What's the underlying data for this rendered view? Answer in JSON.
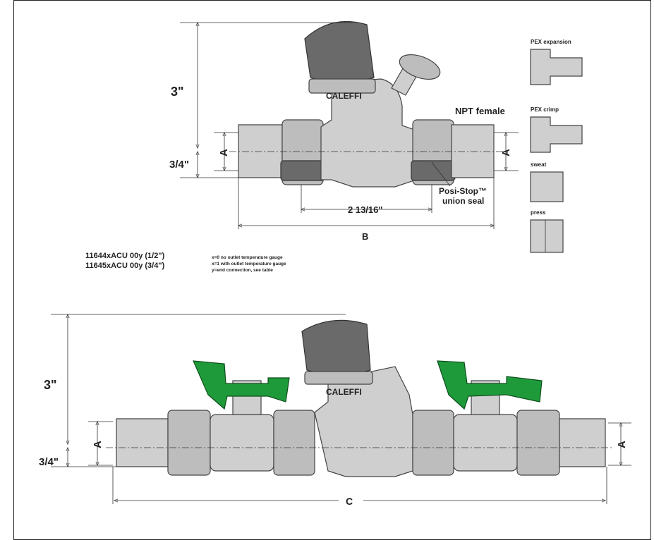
{
  "dimensions": {
    "top_height": "3\"",
    "top_offset": "3/4\"",
    "top_A_left": "A",
    "top_A_right": "A",
    "union_spacing": "2 13/16\"",
    "top_length": "B",
    "bottom_height": "3\"",
    "bottom_offset": "3/4\"",
    "bottom_A_left": "A",
    "bottom_A_right": "A",
    "bottom_length": "C"
  },
  "labels": {
    "npt": "NPT female",
    "posistop_line1": "Posi-Stop™",
    "posistop_line2": "union seal",
    "brand": "CALEFFI"
  },
  "connections": [
    {
      "label": "PEX expansion"
    },
    {
      "label": "PEX crimp"
    },
    {
      "label": "sweat"
    },
    {
      "label": "press"
    }
  ],
  "models": [
    "11644xACU 00y (1/2\")",
    "11645xACU 00y (3/4\")"
  ],
  "notes": [
    "x=0 no outlet temperature gauge",
    "x=1 with outlet temperature gauge",
    "y=end connection, see table"
  ],
  "colors": {
    "handle": "#1f9a3a",
    "knob": "#6a6a6a",
    "body": "#cfcfcf"
  }
}
